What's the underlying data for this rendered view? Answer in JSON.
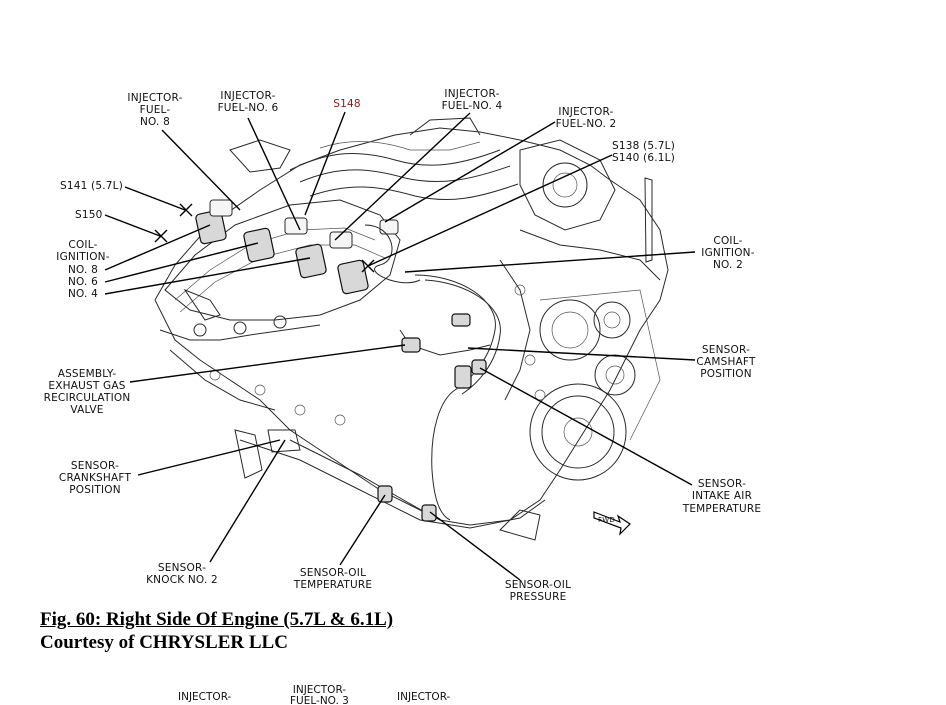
{
  "labels": {
    "injector_no8": [
      "INJECTOR-",
      "FUEL-",
      "NO. 8"
    ],
    "injector_no6": [
      "INJECTOR-",
      "FUEL-NO. 6"
    ],
    "s148": "S148",
    "injector_no4": [
      "INJECTOR-",
      "FUEL-NO. 4"
    ],
    "injector_no2": [
      "INJECTOR-",
      "FUEL-NO. 2"
    ],
    "s138_s140": [
      "S138 (5.7L)",
      "S140 (6.1L)"
    ],
    "s141": "S141 (5.7L)",
    "s150": "S150",
    "coil_left": [
      "COIL-",
      "IGNITION-",
      "NO. 8",
      "NO. 6",
      "NO. 4"
    ],
    "coil_right": [
      "COIL-",
      "IGNITION-",
      "NO. 2"
    ],
    "egr": [
      "ASSEMBLY-",
      "EXHAUST GAS",
      "RECIRCULATION",
      "VALVE"
    ],
    "camshaft": [
      "SENSOR-",
      "CAMSHAFT",
      "POSITION"
    ],
    "crankshaft": [
      "SENSOR-",
      "CRANKSHAFT",
      "POSITION"
    ],
    "intake_air": [
      "SENSOR-",
      "INTAKE AIR",
      "TEMPERATURE"
    ],
    "knock": [
      "SENSOR-",
      "KNOCK NO. 2"
    ],
    "oil_temp": [
      "SENSOR-OIL",
      "TEMPERATURE"
    ],
    "oil_pressure": [
      "SENSOR-OIL",
      "PRESSURE"
    ],
    "front_arrow": "FWD"
  },
  "caption": {
    "title": "Fig. 60: Right Side Of Engine (5.7L & 6.1L)",
    "courtesy": "Courtesy of CHRYSLER LLC"
  },
  "next_figure": {
    "label_a": "INJECTOR-",
    "label_b": [
      "INJECTOR-",
      "FUEL-NO. 3"
    ],
    "label_c": "INJECTOR-"
  }
}
